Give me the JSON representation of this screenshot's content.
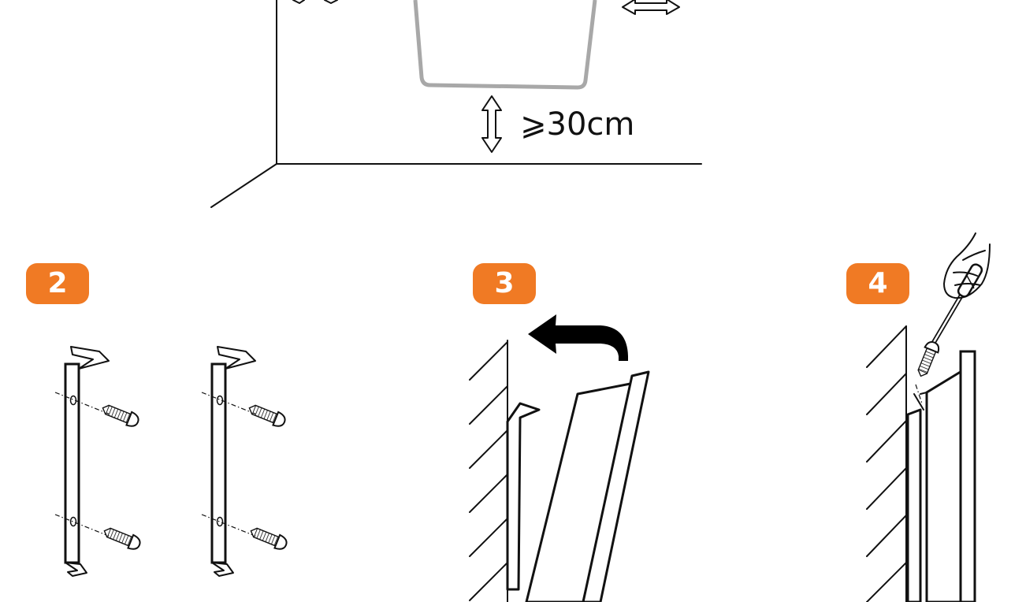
{
  "clearance": {
    "text": "⩾30cm"
  },
  "steps": [
    {
      "label": "2"
    },
    {
      "label": "3"
    },
    {
      "label": "4"
    }
  ],
  "colors": {
    "badge": "#f07a24",
    "heater_outline": "#a8a8a8",
    "ink": "#111111"
  }
}
